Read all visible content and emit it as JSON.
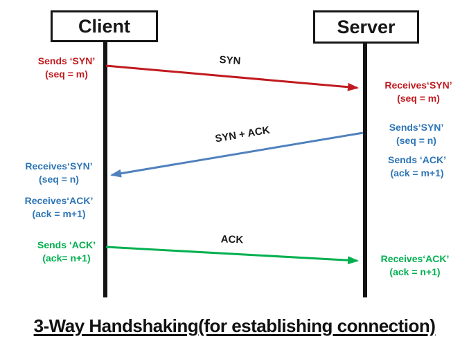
{
  "title": "3-Way Handshaking(for establishing connection)",
  "actors": {
    "client": "Client",
    "server": "Server"
  },
  "arrows": {
    "syn": {
      "label": "SYN"
    },
    "syn_ack": {
      "label": "SYN + ACK"
    },
    "ack": {
      "label": "ACK"
    }
  },
  "labels": {
    "client_sends_syn": {
      "line1": "Sends ‘SYN’",
      "line2": "(seq = m)"
    },
    "server_receives_syn": {
      "line1": "Receives‘SYN’",
      "line2": "(seq = m)"
    },
    "server_sends_syn": {
      "line1": "Sends‘SYN’",
      "line2": "(seq = n)"
    },
    "server_sends_ack": {
      "line1": "Sends ‘ACK’",
      "line2": "(ack = m+1)"
    },
    "client_receives_syn": {
      "line1": "Receives‘SYN’",
      "line2": "(seq = n)"
    },
    "client_receives_ack": {
      "line1": "Receives‘ACK’",
      "line2": "(ack = m+1)"
    },
    "client_sends_ack": {
      "line1": "Sends ‘ACK’",
      "line2": "(ack= n+1)"
    },
    "server_receives_ack": {
      "line1": "Receives‘ACK’",
      "line2": "(ack = n+1)"
    }
  },
  "colors": {
    "red": "#C01A1F",
    "blue_text": "#2E75B6",
    "blue_arrow": "#4F81BD",
    "green": "#00B050",
    "line": "#141414"
  }
}
